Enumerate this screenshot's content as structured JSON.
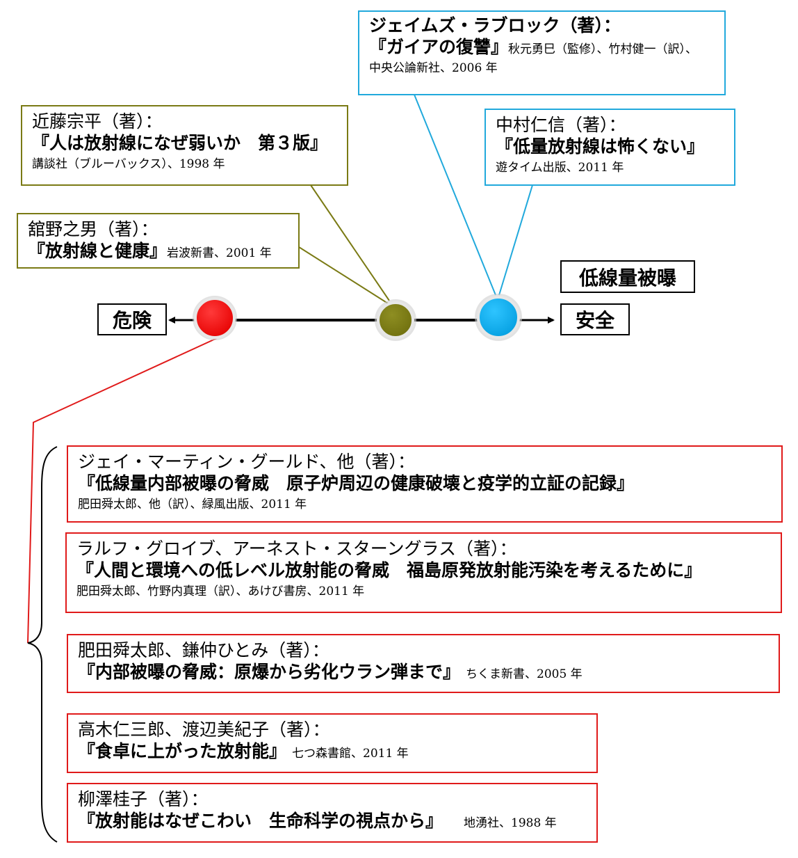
{
  "labels": {
    "danger": "危険",
    "safe": "安全",
    "low_dose": "低線量被曝"
  },
  "colors": {
    "danger": "#ff0000",
    "middle": "#7a7a14",
    "safe": "#0ab0ee"
  },
  "books": {
    "lovelock": {
      "author": "ジェイムズ・ラブロック（著）：",
      "title": "『ガイアの復讐』",
      "pub1": "秋元勇巳（監修）、竹村健一（訳）、",
      "pub2": "中央公論新社、2006 年"
    },
    "kondo": {
      "author": "近藤宗平（著）：",
      "title": "『人は放射線になぜ弱いか　第３版』",
      "pub": "講談社（ブルーバックス）、1998 年"
    },
    "nakamura": {
      "author": "中村仁信（著）：",
      "title": "『低量放射線は怖くない』",
      "pub": "遊タイム出版、2011 年"
    },
    "tateno": {
      "author": "舘野之男（著）：",
      "title": "『放射線と健康』",
      "pub": "岩波新書、2001 年"
    },
    "gould": {
      "author": "ジェイ・マーティン・グールド、他（著）：",
      "title": "『低線量内部被曝の脅威　原子炉周辺の健康破壊と疫学的立証の記録』",
      "pub": "肥田舜太郎、他（訳）、緑風出版、2011 年"
    },
    "graeub": {
      "author": "ラルフ・グロイブ、アーネスト・スターングラス（著）：",
      "title": "『人間と環境への低レベル放射能の脅威　福島原発放射能汚染を考えるために』",
      "pub": "肥田舜太郎、竹野内真理（訳）、あけび書房、2011 年"
    },
    "hida": {
      "author": "肥田舜太郎、鎌仲ひとみ（著）：",
      "title": "『内部被曝の脅威：原爆から劣化ウラン弾まで』",
      "pub": "ちくま新書、2005 年"
    },
    "takagi": {
      "author": "高木仁三郎、渡辺美紀子（著）：",
      "title": "『食卓に上がった放射能』",
      "pub": "七つ森書館、2011 年"
    },
    "yanagisawa": {
      "author": "柳澤桂子（著）：",
      "title": "『放射能はなぜこわい　生命科学の視点から』",
      "pub": "地湧社、1988 年"
    }
  }
}
